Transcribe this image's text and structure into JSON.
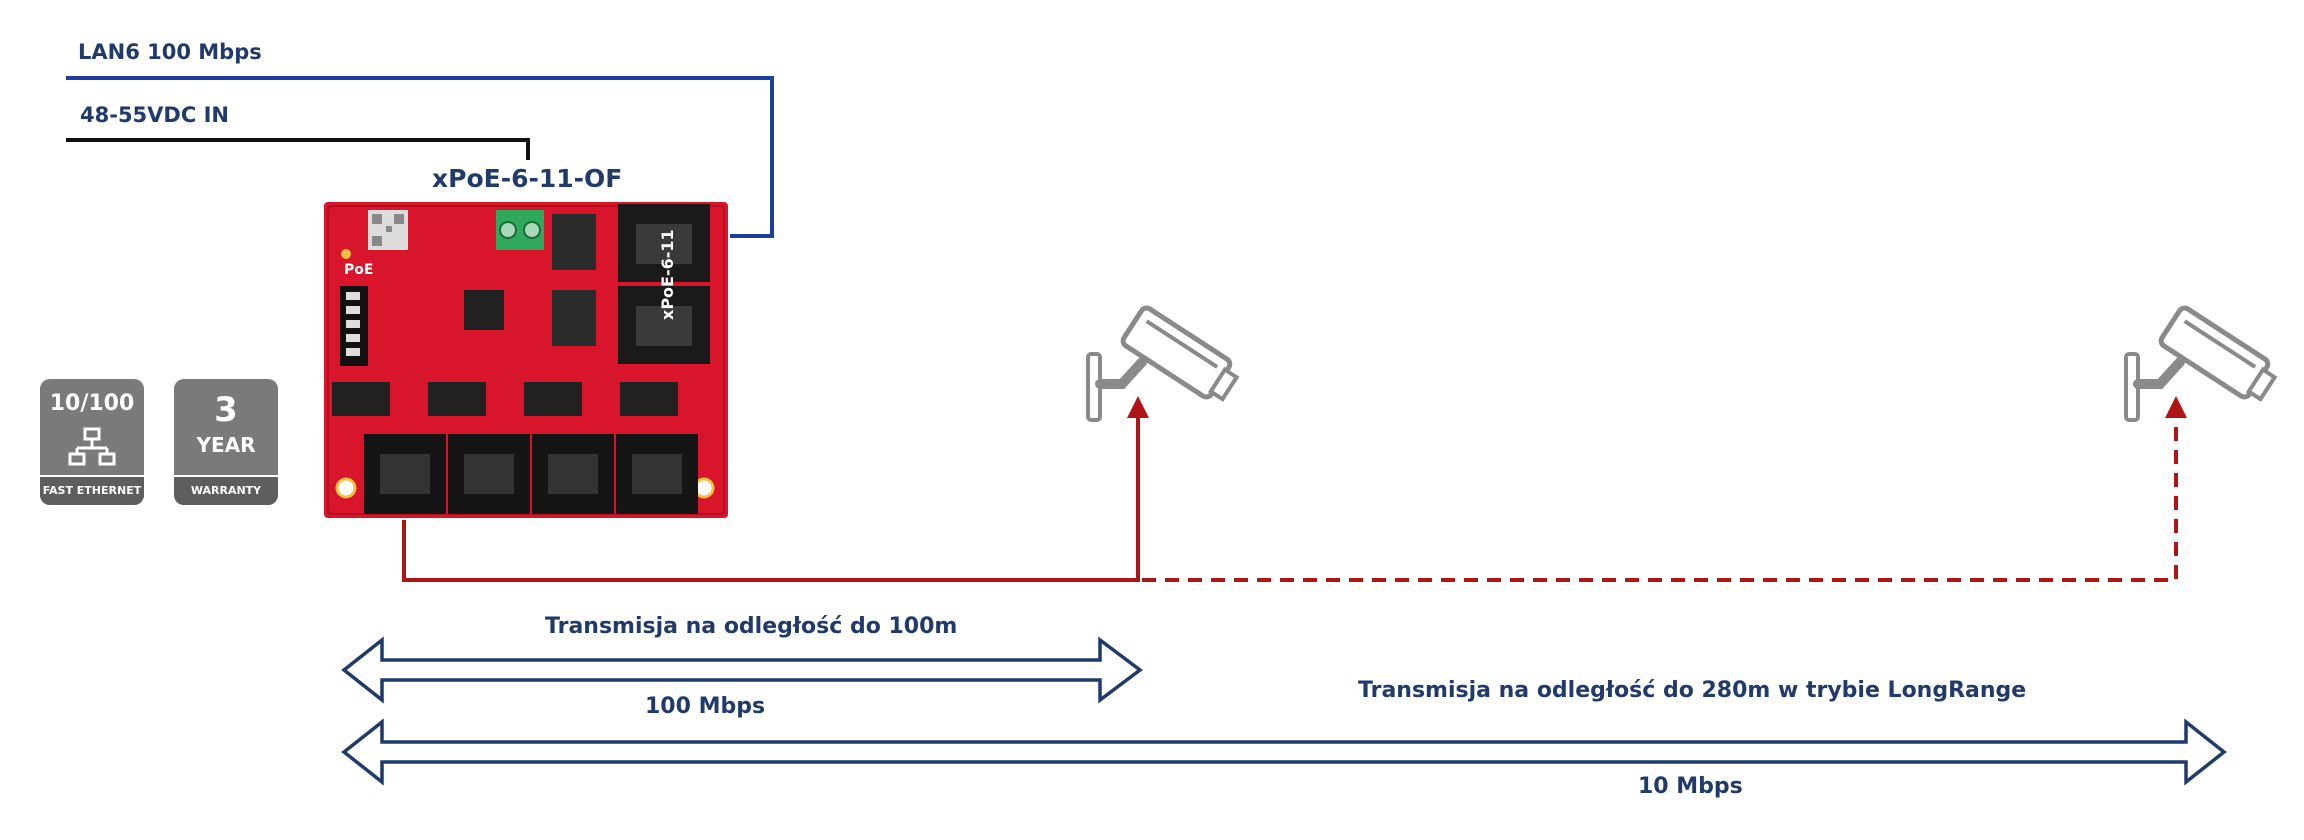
{
  "labels": {
    "lan6": "LAN6 100 Mbps",
    "power_in": "48-55VDC IN",
    "device_name": "xPoE-6-11-OF",
    "distance_100m": "Transmisja na odległość do 100m",
    "speed_100": "100 Mbps",
    "distance_280m": "Transmisja na odległość do 280m w trybie LongRange",
    "speed_10": "10 Mbps"
  },
  "badges": {
    "ethernet": {
      "top": "10/100",
      "bottom": "FAST ETHERNET"
    },
    "warranty": {
      "number": "3",
      "middle": "YEAR",
      "bottom": "WARRANTY"
    }
  },
  "board": {
    "side_text": "xPoE-6-11",
    "poe_text": "PoE"
  },
  "colors": {
    "navy": "#1f3a6b",
    "lan_blue": "#1d3e9e",
    "power_black": "#111111",
    "cable_red": "#b01515",
    "pcb_red": "#d8152a",
    "camera_gray": "#8a8a8a"
  }
}
